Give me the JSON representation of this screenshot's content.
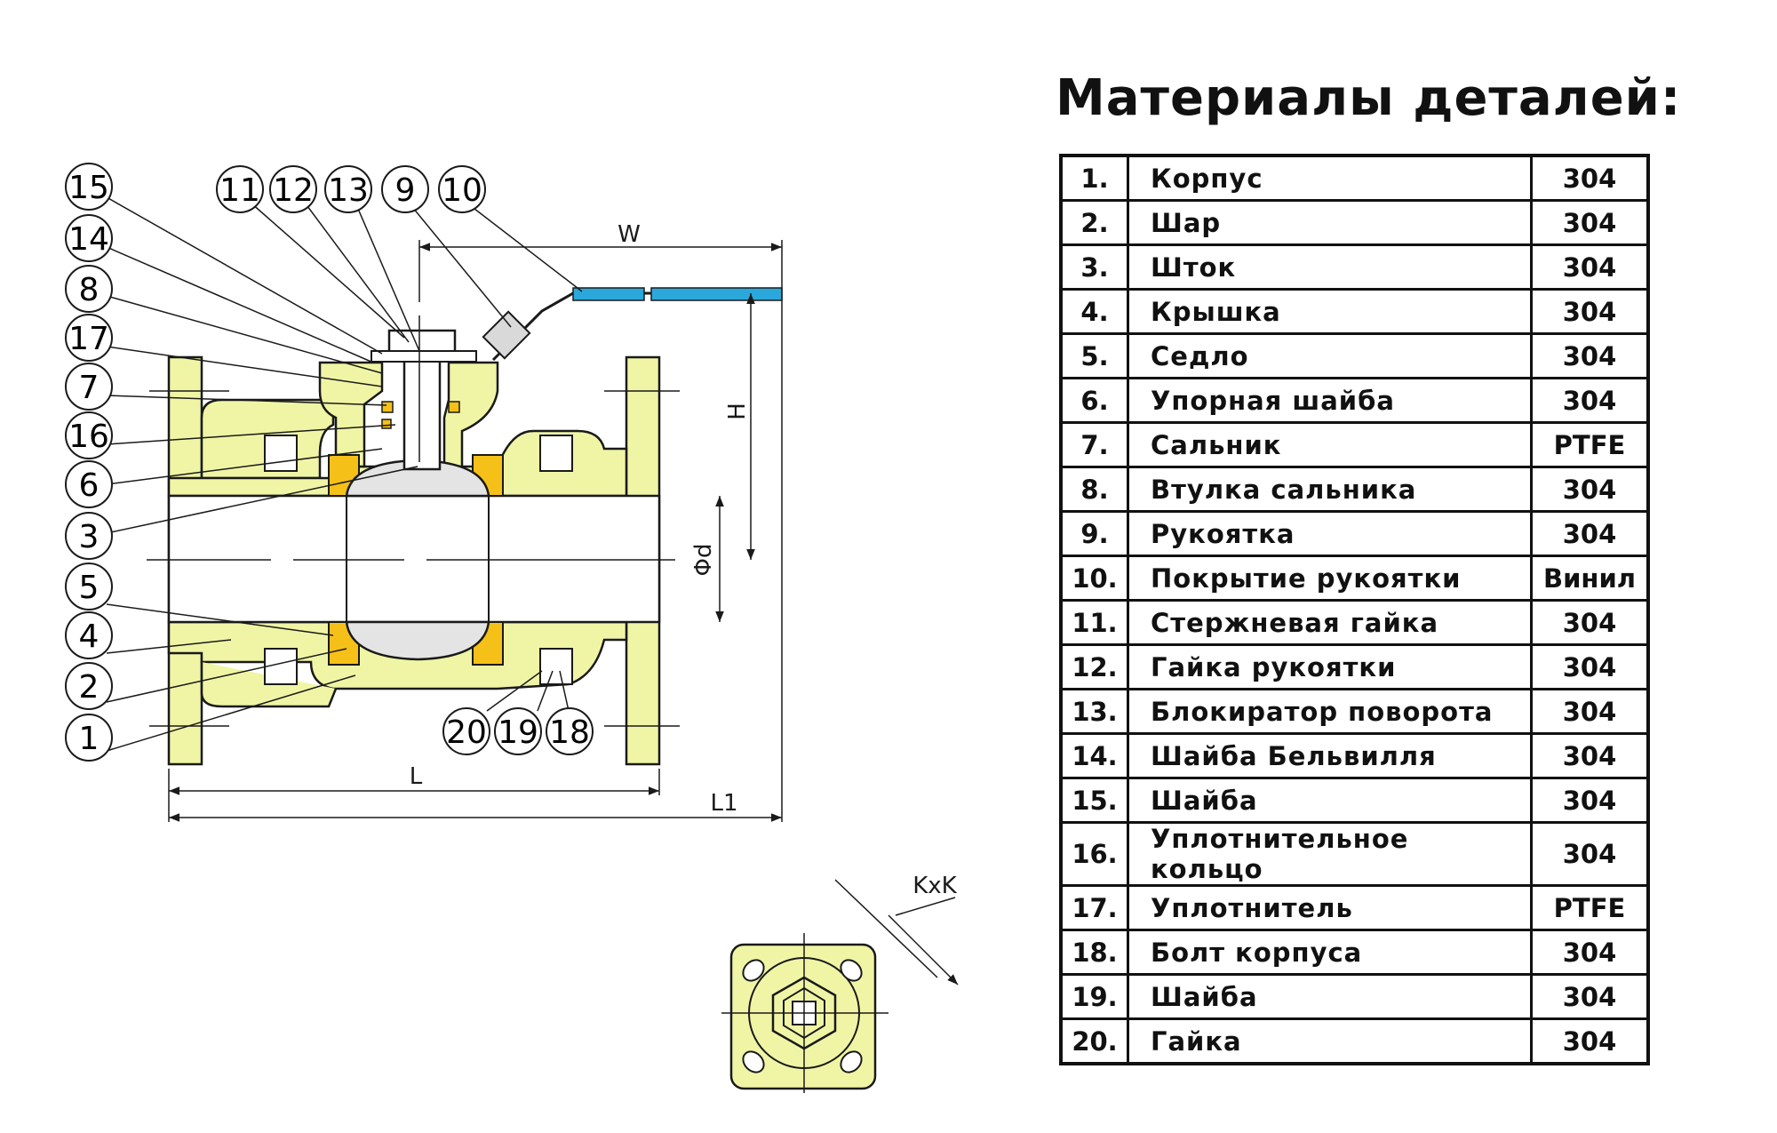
{
  "title": "Материалы деталей:",
  "parts": [
    {
      "no": "1.",
      "name": "Корпус",
      "material": "304"
    },
    {
      "no": "2.",
      "name": "Шар",
      "material": "304"
    },
    {
      "no": "3.",
      "name": "Шток",
      "material": "304"
    },
    {
      "no": "4.",
      "name": "Крышка",
      "material": "304"
    },
    {
      "no": "5.",
      "name": "Седло",
      "material": "304"
    },
    {
      "no": "6.",
      "name": "Упорная шайба",
      "material": "304"
    },
    {
      "no": "7.",
      "name": "Сальник",
      "material": "PTFE"
    },
    {
      "no": "8.",
      "name": "Втулка сальника",
      "material": "304"
    },
    {
      "no": "9.",
      "name": "Рукоятка",
      "material": "304"
    },
    {
      "no": "10.",
      "name": "Покрытие рукоятки",
      "material": "Винил"
    },
    {
      "no": "11.",
      "name": "Стержневая гайка",
      "material": "304"
    },
    {
      "no": "12.",
      "name": "Гайка рукоятки",
      "material": "304"
    },
    {
      "no": "13.",
      "name": "Блокиратор поворота",
      "material": "304"
    },
    {
      "no": "14.",
      "name": "Шайба Бельвилля",
      "material": "304"
    },
    {
      "no": "15.",
      "name": "Шайба",
      "material": "304"
    },
    {
      "no": "16.",
      "name": "Уплотнительное кольцо",
      "material": "304"
    },
    {
      "no": "17.",
      "name": "Уплотнитель",
      "material": "PTFE"
    },
    {
      "no": "18.",
      "name": "Болт корпуса",
      "material": "304"
    },
    {
      "no": "19.",
      "name": "Шайба",
      "material": "304"
    },
    {
      "no": "20.",
      "name": "Гайка",
      "material": "304"
    }
  ],
  "callouts": {
    "c15": "15",
    "c14": "14",
    "c8": "8",
    "c17": "17",
    "c7": "7",
    "c16": "16",
    "c6": "6",
    "c3": "3",
    "c5": "5",
    "c4": "4",
    "c2": "2",
    "c1": "1",
    "c11": "11",
    "c12": "12",
    "c13": "13",
    "c9": "9",
    "c10": "10",
    "c20": "20",
    "c19": "19",
    "c18": "18"
  },
  "dimensions": {
    "w": "W",
    "h": "H",
    "d": "Φd",
    "l": "L",
    "l1": "L1",
    "kxk": "KxK"
  },
  "colors": {
    "body": "#f0f5a5",
    "seat": "#f5c018",
    "ball": "#e4e4e4",
    "handle_cover": "#2aa8dc",
    "line": "#1a1a1a"
  }
}
